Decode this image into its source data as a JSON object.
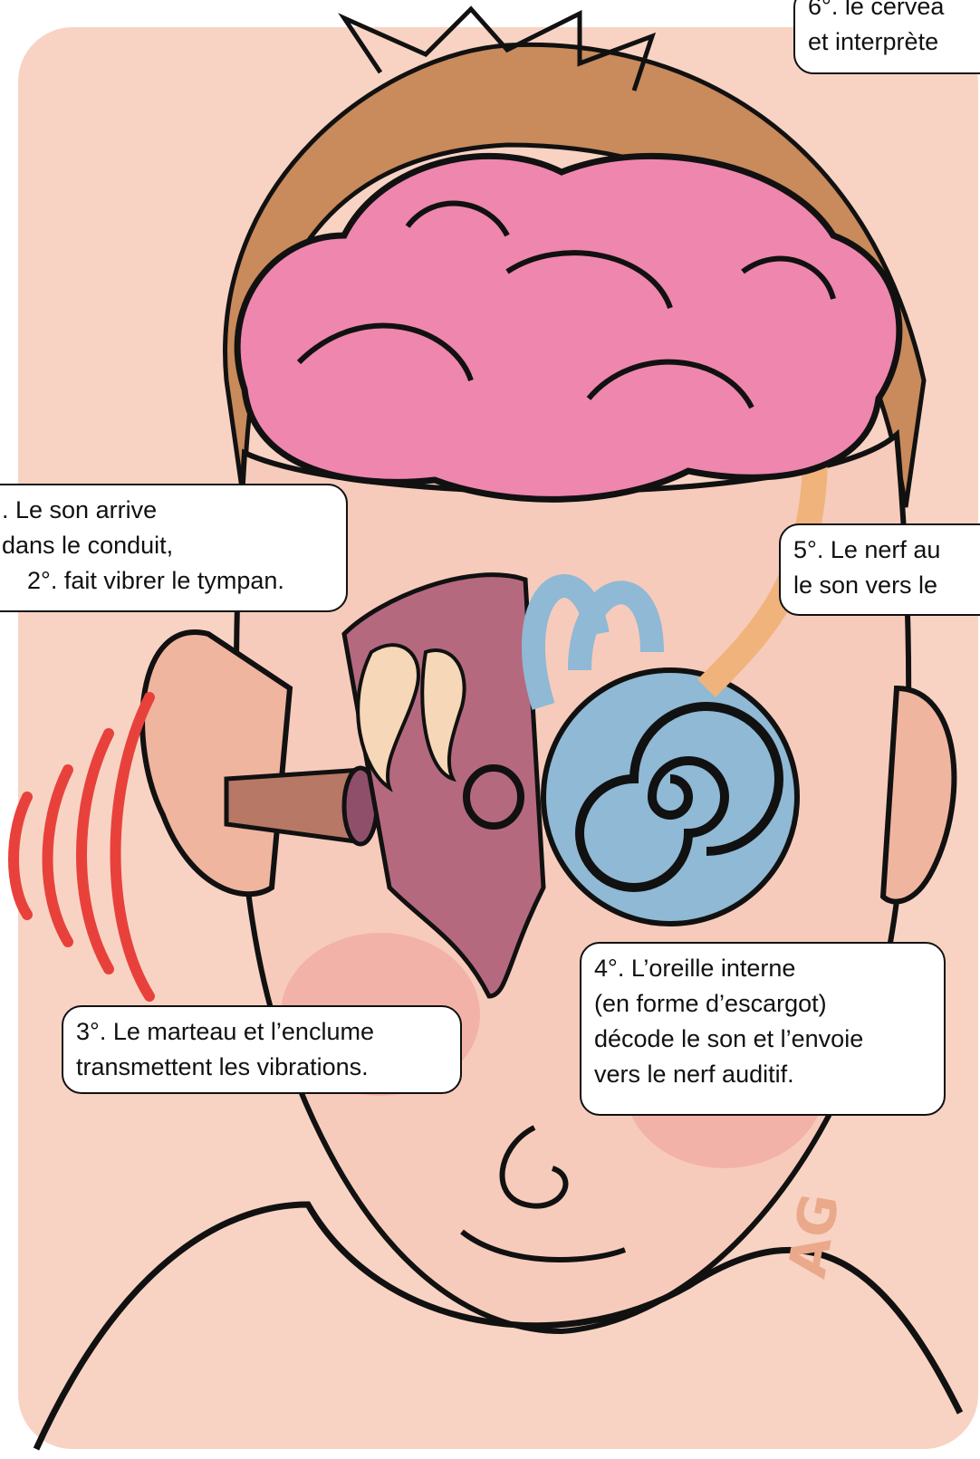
{
  "labels": {
    "brain": [
      "6°. le cervea",
      "et interprète"
    ],
    "canal": [
      ". Le son arrive",
      "dans le conduit,",
      "2°. fait vibrer le tympan."
    ],
    "nerve": [
      "5°. Le nerf au",
      "le son vers le"
    ],
    "ossicles": [
      "3°. Le marteau et l’enclume",
      "transmettent les vibrations."
    ],
    "inner_ear": [
      "4°. L’oreille interne",
      "(en forme d’escargot)",
      "décode le son et l’envoie",
      "vers le nerf auditif."
    ]
  },
  "signature": "AG",
  "colors": {
    "skin": "#f6c9b8",
    "brain": "#ef86ae",
    "cochlea": "#8fb9d4",
    "nerve": "#f0b37c",
    "middle_ear": "#b5697f",
    "sound_waves": "#e8413c"
  }
}
